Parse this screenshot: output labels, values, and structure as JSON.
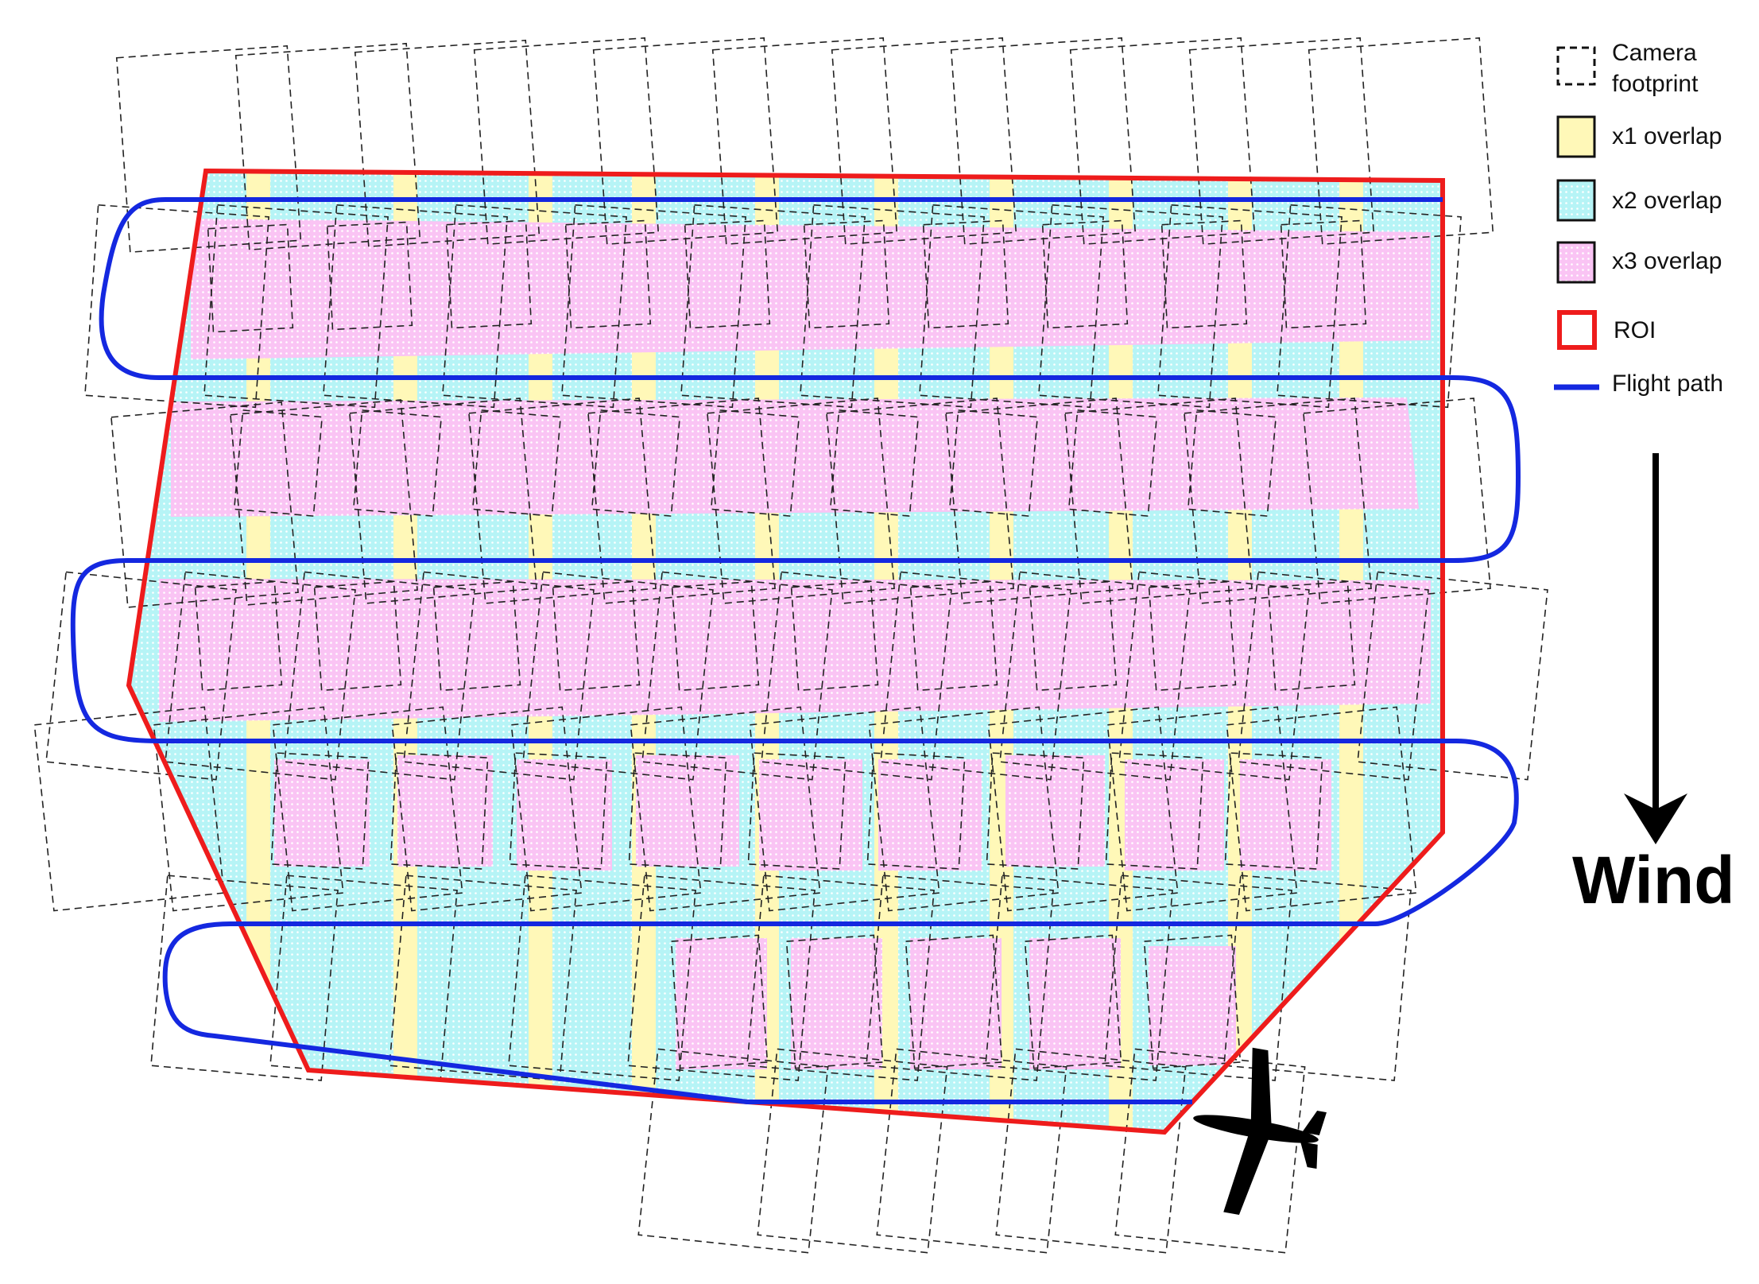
{
  "legend": {
    "camera_footprint_line1": "Camera",
    "camera_footprint_line2": "footprint",
    "x1_overlap": "x1 overlap",
    "x2_overlap": "x2 overlap",
    "x3_overlap": "x3 overlap",
    "roi": "ROI",
    "flight_path": "Flight path"
  },
  "wind_label": "Wind",
  "colors": {
    "x1_overlap": "#fff8b8",
    "x2_overlap": "#b6f4f6",
    "x3_overlap": "#fac4f4",
    "roi": "#ee1c1c",
    "flight_path": "#1428e0",
    "footprint": "#222222"
  },
  "icons": {
    "aircraft": "airplane-icon",
    "wind_arrow": "arrow-down-icon"
  }
}
